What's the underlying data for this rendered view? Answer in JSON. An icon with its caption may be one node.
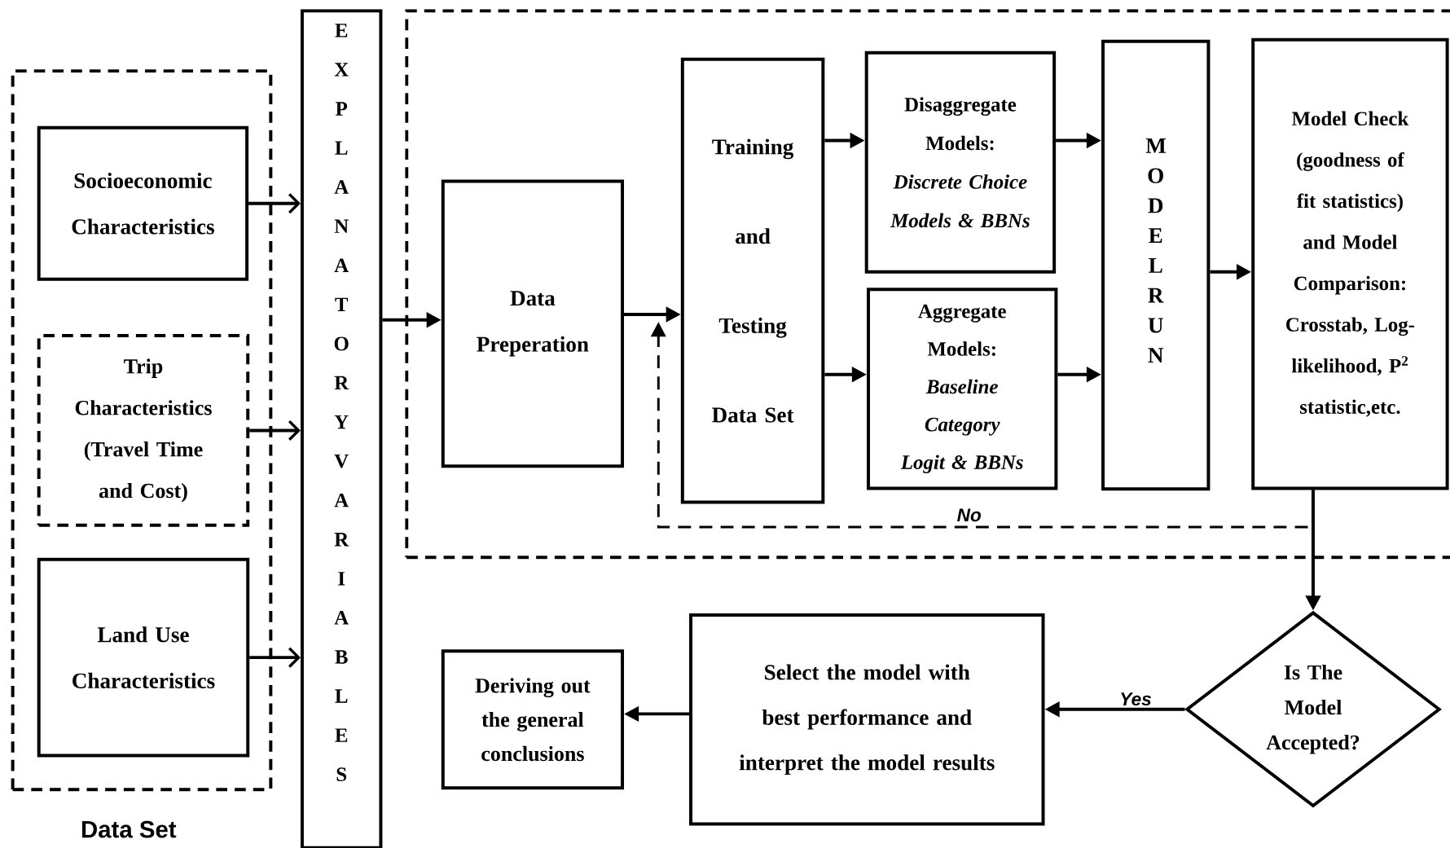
{
  "diagram": {
    "nodes": [
      {
        "text": [
          "Data Set"
        ]
      },
      {
        "text": [
          "Socioeconomic Characteristics"
        ],
        "in": 0
      },
      {
        "text": [
          "Trip Characteristics (Travel Time and Cost)"
        ],
        "in": 0
      },
      {
        "text": [
          "Land Use Characteristics"
        ],
        "in": 0
      },
      {
        "text": [
          "EXPLANATORY VARIABLES"
        ]
      },
      {
        "text": [],
        "shape": "box"
      },
      {
        "text": [
          "Data Preperation"
        ],
        "in": 5
      },
      {
        "text": [
          "Training and Testing Data Set"
        ],
        "in": 5
      },
      {
        "text": [
          "Disaggregate Models:",
          "Discrete Choice Models & BBNs"
        ],
        "in": 5
      },
      {
        "text": [
          "Aggregate Models:",
          "Baseline Category Logit & BBNs"
        ],
        "in": 5
      },
      {
        "text": [
          "MODELRUN"
        ],
        "in": 5
      },
      {
        "text": [
          "Model Check (goodness of fit statistics) and Model Comparison: Crosstab, Log-likelihood, P$^{2}$ statistic,etc."
        ],
        "in": 5
      },
      {
        "text": [
          "Is The Model Accepted?"
        ]
      },
      {
        "text": [
          "Select the model with best performance and interpret the model results"
        ]
      },
      {
        "text": [
          "Deriving out the general conclusions"
        ]
      }
    ],
    "edges": [
      {
        "from": 1,
        "to": 4,
        "arrow": "to"
      },
      {
        "from": 2,
        "to": 4,
        "arrow": "to"
      },
      {
        "from": 3,
        "to": 4,
        "arrow": "to"
      },
      {
        "from": 4,
        "to": 6,
        "arrow": "to"
      },
      {
        "from": 6,
        "to": 7,
        "arrow": "to"
      },
      {
        "from": 7,
        "to": 8,
        "arrow": "to"
      },
      {
        "from": 7,
        "to": 9,
        "arrow": "to"
      },
      {
        "from": 8,
        "to": 10,
        "arrow": "to"
      },
      {
        "from": 9,
        "to": 10,
        "arrow": "to"
      },
      {
        "from": 10,
        "to": 11,
        "arrow": "to"
      },
      {
        "from": 11,
        "to": 12,
        "arrow": "to"
      },
      {
        "from": 11,
        "to": 7,
        "arrow": "to",
        "style": "dashed",
        "label": "No"
      },
      {
        "from": 12,
        "to": 13,
        "arrow": "to",
        "label": "Yes"
      },
      {
        "from": 13,
        "to": 14,
        "arrow": "to"
      }
    ]
  }
}
